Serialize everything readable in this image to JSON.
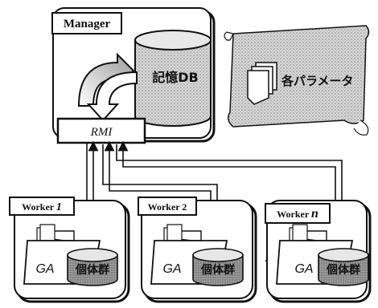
{
  "manager": {
    "label": "Manager"
  },
  "db": {
    "label": "記憶DB"
  },
  "parameters": {
    "label": "各パラメータ"
  },
  "rmi": {
    "label": "RMI"
  },
  "workers": [
    {
      "label": "Worker ",
      "index": "1",
      "ga_label": "GA",
      "pop_label": "個体群"
    },
    {
      "label": "Worker ",
      "index": "2",
      "ga_label": "GA",
      "pop_label": "個体群"
    },
    {
      "label": "Worker ",
      "index": "n",
      "ga_label": "GA",
      "pop_label": "個体群"
    }
  ],
  "ellipsis": "……",
  "colors": {
    "ink": "#111111",
    "panel_fill": "#ffffff",
    "grain": "#c8c8c8"
  }
}
